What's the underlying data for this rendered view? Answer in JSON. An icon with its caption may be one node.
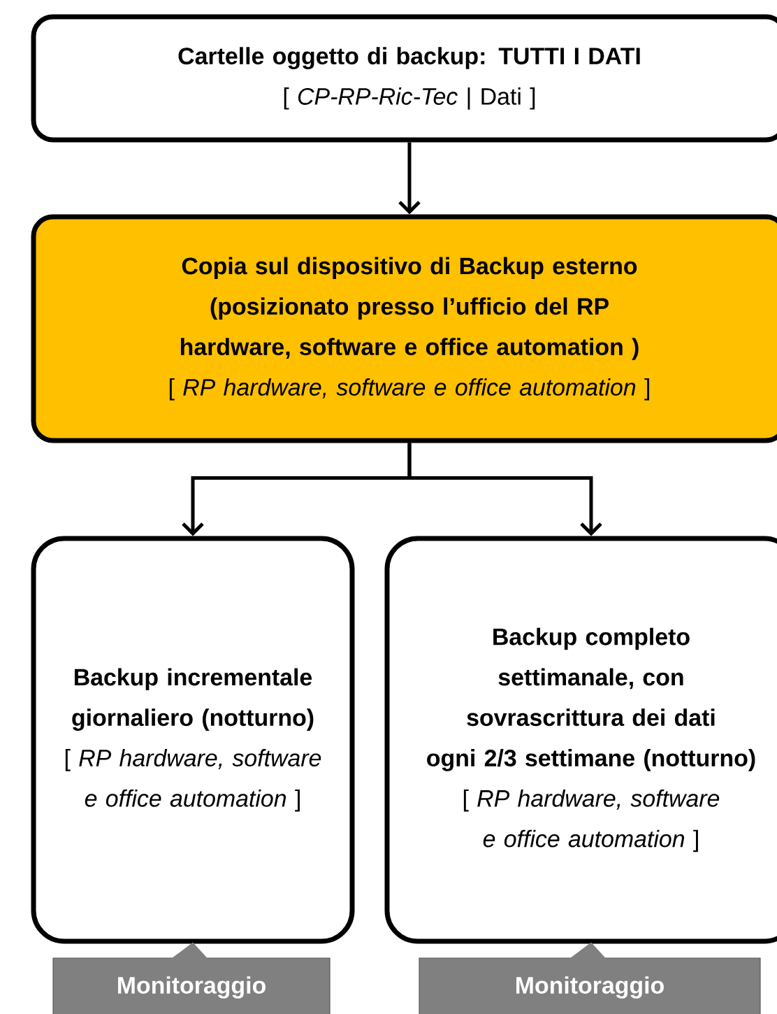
{
  "diagram": {
    "nodes": [
      {
        "text": [
          "Cartelle oggetto di backup: TUTTI I DATI",
          "[ *CP-RP-Ric-Tec* | Dati ]"
        ]
      },
      {
        "text": [
          "Copia sul dispositivo di Backup esterno (posizionato presso l’ufficio del RP hardware, software e office automation )",
          "[ *RP hardware, software e office automation* ]"
        ]
      },
      {
        "text": [
          "Backup incrementale giornaliero (notturno)",
          "[ *RP hardware, software e office automation* ]"
        ]
      },
      {
        "text": [
          "Backup completo settimanale, con sovrascrittura dei dati ogni 2/3 settimane (notturno)",
          "[ *RP hardware, software e office automation* ]"
        ]
      },
      {
        "text": [
          "Monitoraggio"
        ]
      },
      {
        "text": [
          "Monitoraggio"
        ]
      }
    ],
    "edges": [
      {
        "from": 0,
        "to": 1,
        "arrow": "to"
      },
      {
        "from": 1,
        "to": 2,
        "arrow": "to"
      },
      {
        "from": 1,
        "to": 3,
        "arrow": "to"
      },
      {
        "from": 4,
        "to": 2,
        "arrow": "to",
        "style": "thick",
        "color": "#808080"
      },
      {
        "from": 5,
        "to": 3,
        "arrow": "to",
        "style": "thick",
        "color": "#808080"
      }
    ]
  }
}
